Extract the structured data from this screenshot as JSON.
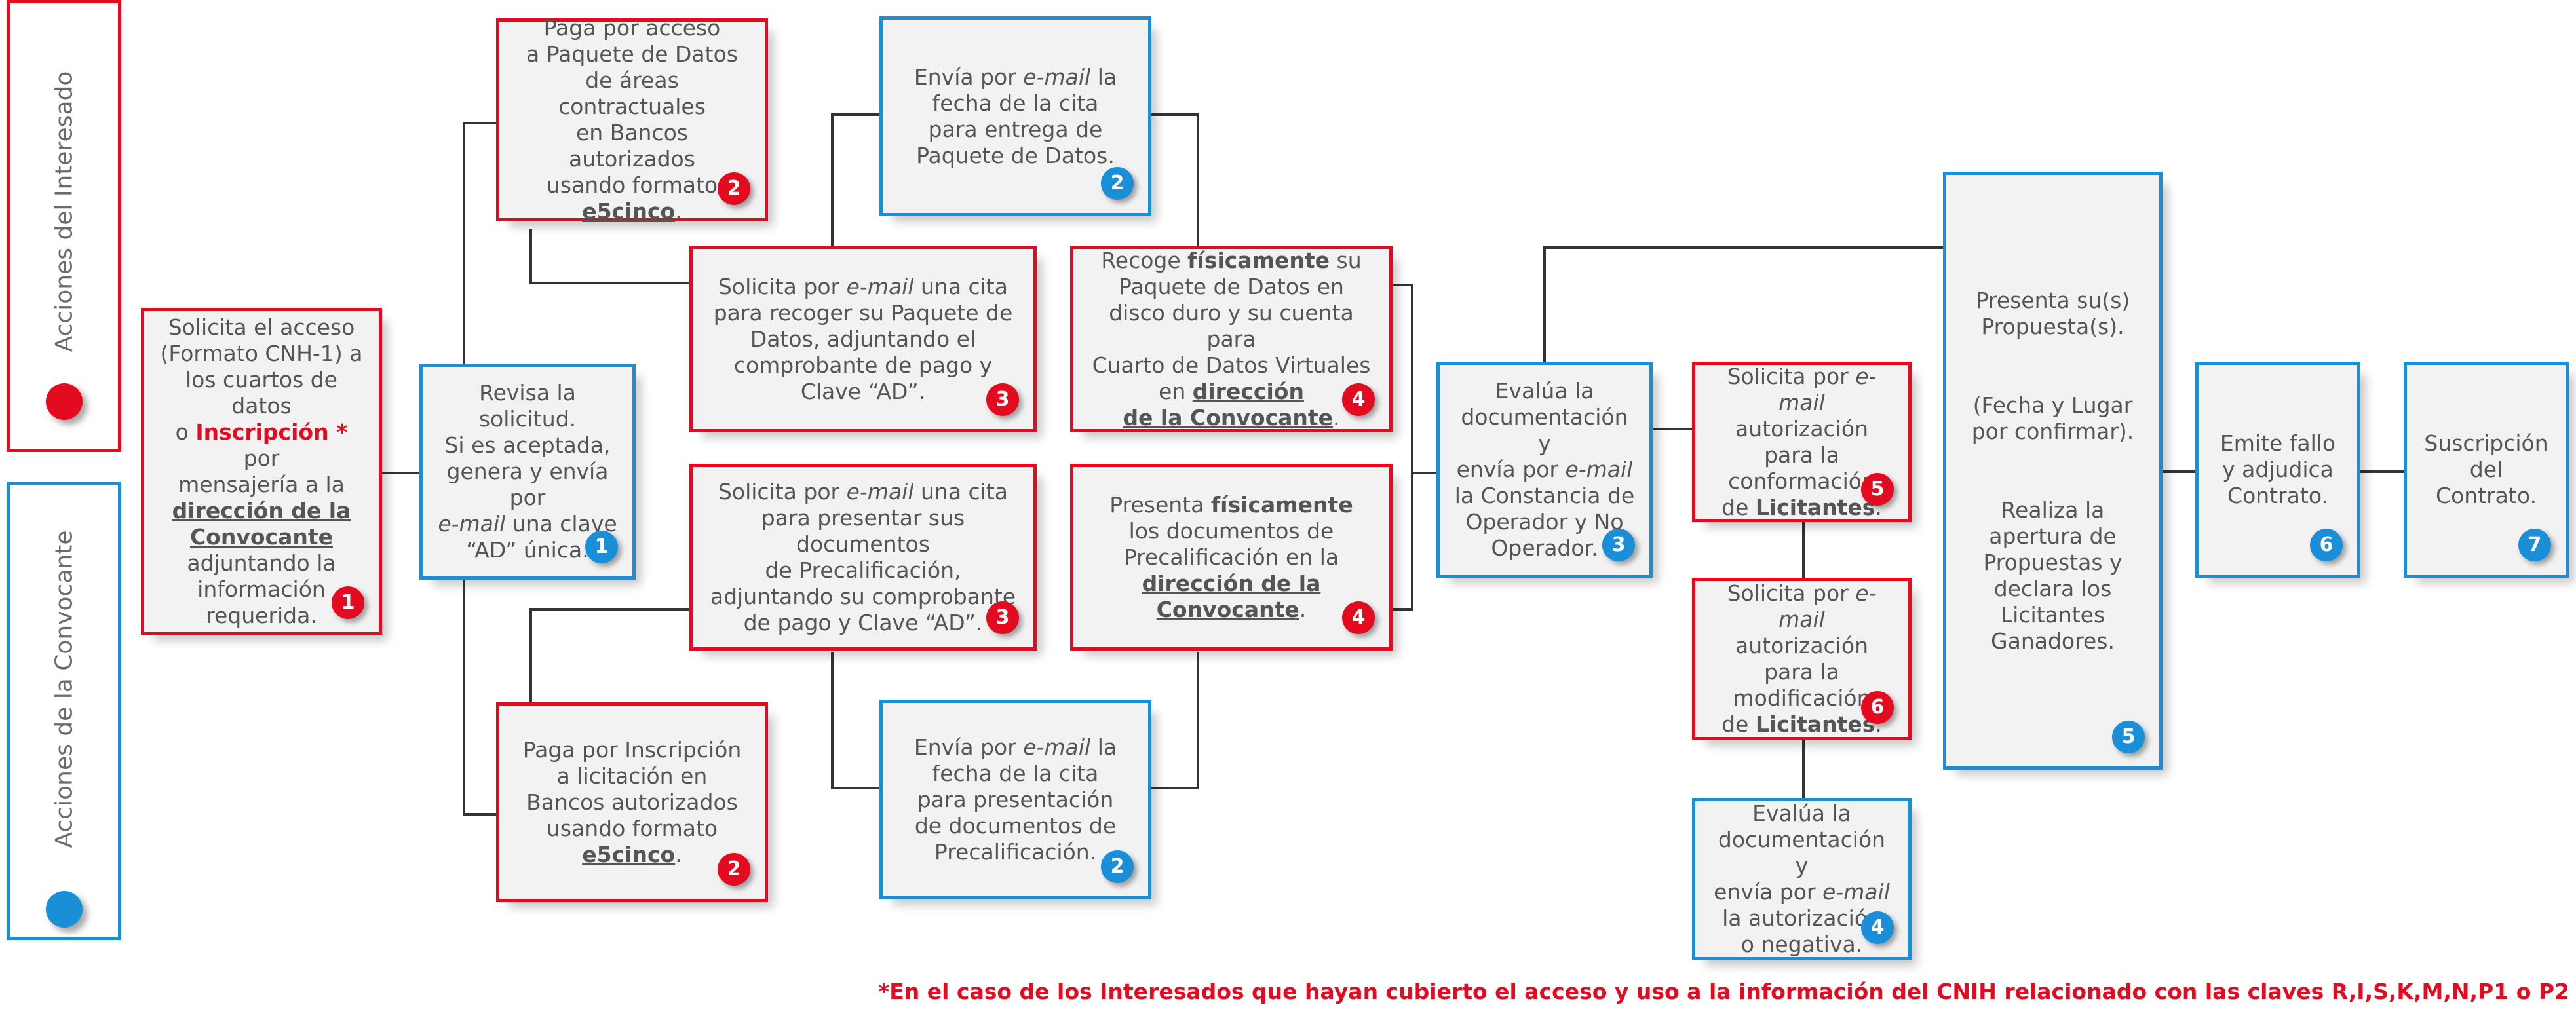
{
  "legend": {
    "interesado": "Acciones del Interesado",
    "convocante": "Acciones de la Convocante"
  },
  "colors": {
    "red": "#e30b20",
    "blue": "#1a8fd8",
    "connector": "#333333",
    "text": "#555555"
  },
  "boxes": [
    {
      "id": "b1",
      "color": "red",
      "badge": "1",
      "html": "Solicita el acceso\n(Formato CNH-1) a\nlos cuartos de datos\no <b class=\"r\">Inscripción *</b> por\nmensajería a la\n<b class=\"u\">dirección de la\nConvocante</b>\nadjuntando la\ninformación\nrequerida."
    },
    {
      "id": "b2",
      "color": "blue",
      "badge": "1",
      "html": "Revisa la solicitud.\nSi es aceptada,\ngenera y envía por\n<i>e-mail</i> una clave\n“AD” única."
    },
    {
      "id": "b3",
      "color": "red",
      "badge": "2",
      "html": "Paga por acceso\na Paquete de Datos\nde áreas contractuales\nen Bancos autorizados\nusando formato\n<b class=\"u\">e5cinco</b>."
    },
    {
      "id": "b4",
      "color": "red",
      "badge": "2",
      "html": "Paga por Inscripción\na licitación en\nBancos autorizados\nusando formato\n<b class=\"u\">e5cinco</b>."
    },
    {
      "id": "b5",
      "color": "red",
      "badge": "3",
      "html": "Solicita por <i>e-mail</i> una cita\npara recoger su Paquete de\nDatos, adjuntando el\ncomprobante de pago y\nClave “AD”."
    },
    {
      "id": "b6",
      "color": "red",
      "badge": "3",
      "html": "Solicita por <i>e-mail</i> una cita\npara presentar sus documentos\nde Precalificación,\nadjuntando su comprobante\nde pago y Clave “AD”."
    },
    {
      "id": "b7",
      "color": "blue",
      "badge": "2",
      "html": "Envía por <i>e-mail</i> la\nfecha de la cita\npara entrega de\nPaquete de Datos."
    },
    {
      "id": "b8",
      "color": "blue",
      "badge": "2",
      "html": "Envía por <i>e-mail</i> la\nfecha de la cita\npara presentación\nde documentos de\nPrecalificación."
    },
    {
      "id": "b9",
      "color": "red",
      "badge": "4",
      "html": "Recoge <b>físicamente</b> su\nPaquete de Datos en\ndisco duro y su cuenta para\nCuarto de Datos Virtuales\nen <b class=\"u\">dirección\nde la Convocante</b>."
    },
    {
      "id": "b10",
      "color": "red",
      "badge": "4",
      "html": "Presenta <b>físicamente</b>\nlos documentos de\nPrecalificación en la\n<b class=\"u\">dirección de la\nConvocante</b>."
    },
    {
      "id": "b11",
      "color": "blue",
      "badge": "3",
      "html": "Evalúa la\ndocumentación y\nenvía por <i>e-mail</i>\nla Constancia de\nOperador y No\nOperador."
    },
    {
      "id": "b12",
      "color": "red",
      "badge": "5",
      "html": "Solicita por <i>e-mail</i>\nautorización para la\nconformación\nde <b>Licitantes</b>."
    },
    {
      "id": "b13",
      "color": "red",
      "badge": "6",
      "html": "Solicita por <i>e-mail</i>\nautorización para la\nmodificación\nde <b>Licitantes</b>."
    },
    {
      "id": "b14",
      "color": "blue",
      "badge": "4",
      "html": "Evalúa la\ndocumentación y\nenvía por <i>e-mail</i>\nla autorización\no negativa."
    },
    {
      "id": "b15",
      "color": "blue",
      "badge": "5",
      "html": "Presenta su(s)\nPropuesta(s).\n\n\n(Fecha y Lugar\npor confirmar).\n\n\nRealiza la\napertura de\nPropuestas y\ndeclara los\nLicitantes\nGanadores."
    },
    {
      "id": "b16",
      "color": "blue",
      "badge": "6",
      "html": "Emite fallo\ny adjudica\nContrato."
    },
    {
      "id": "b17",
      "color": "blue",
      "badge": "7",
      "html": "Suscripción\ndel\nContrato."
    }
  ],
  "footnote": "*En el caso de los Interesados que hayan cubierto el acceso y uso a la información del CNIH relacionado con las claves R,I,S,K,M,N,P1 o P2"
}
